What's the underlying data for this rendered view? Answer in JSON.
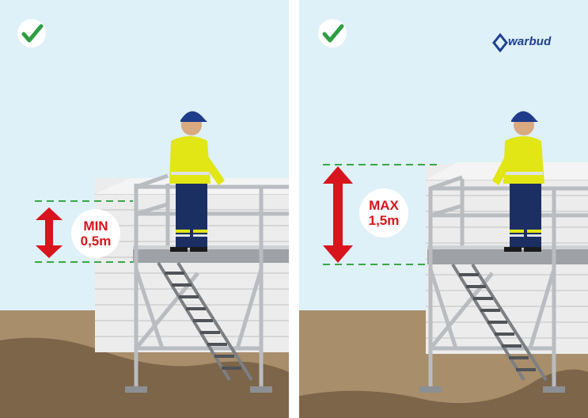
{
  "left_panel": {
    "label_line1": "MIN",
    "label_line2": "0,5m",
    "check_icon": "check-icon"
  },
  "right_panel": {
    "label_line1": "MAX",
    "label_line2": "1,5m",
    "check_icon": "check-icon",
    "brand": "warbud"
  },
  "colors": {
    "sky": "#def0f8",
    "ground": "#a88e6a",
    "mud": "#7d6549",
    "arrow_red": "#d8141c",
    "guide_green": "#3aa648",
    "check_green": "#2e9e43",
    "brick": "#eaeaea",
    "steel": "#b9bcc0",
    "helmet": "#1e3c8a",
    "vest": "#e1e614",
    "brand_blue": "#1d3f8f"
  }
}
